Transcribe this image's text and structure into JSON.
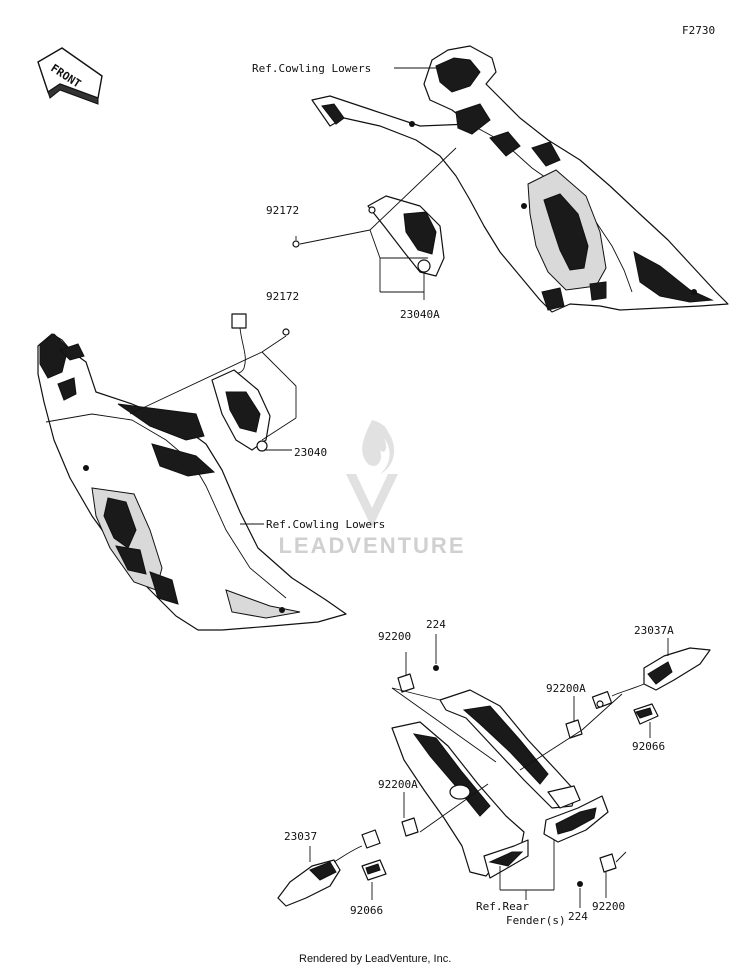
{
  "figure_code": "F2730",
  "front_arrow": "FRONT",
  "watermark": "LEADVENTURE",
  "footer": "Rendered by LeadVenture, Inc.",
  "labels": {
    "ref_cowling_lowers_top": "Ref.Cowling Lowers",
    "ref_cowling_lowers_mid": "Ref.Cowling Lowers",
    "p92172_a": "92172",
    "p92172_b": "92172",
    "p23040A": "23040A",
    "p23040": "23040",
    "p92200_top": "92200",
    "p224_top": "224",
    "p23037A": "23037A",
    "p92200A_right": "92200A",
    "p92066_right": "92066",
    "p92200A_left": "92200A",
    "p23037": "23037",
    "p92066_left": "92066",
    "ref_rear_line1": "Ref.Rear",
    "ref_rear_line2": "Fender(s)",
    "p224_bottom": "224",
    "p92200_bottom": "92200"
  }
}
